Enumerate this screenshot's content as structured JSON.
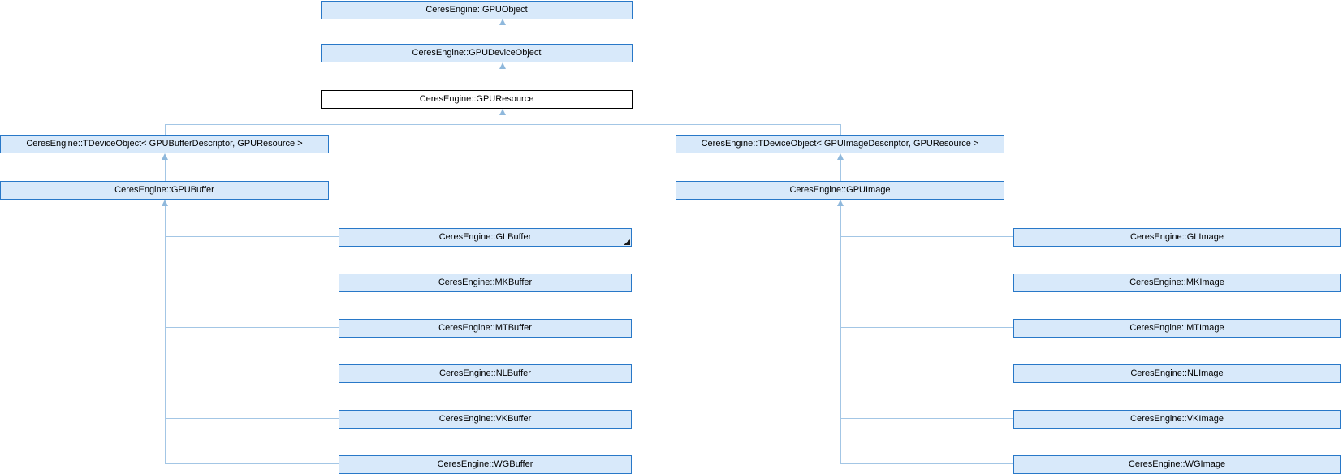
{
  "diagram": {
    "kind": "class-inheritance-graph",
    "current_class": "CeresEngine::GPUResource",
    "colors": {
      "node_fill": "#d8e9fa",
      "node_border": "#2878c8",
      "current_fill": "#ffffff",
      "current_border": "#000000",
      "edge_color": "#a3c6e5",
      "arrow_color": "#8fb8dc",
      "text_color": "#000000"
    },
    "nodes": {
      "gpuobject": {
        "label": "CeresEngine::GPUObject"
      },
      "gpudeviceobject": {
        "label": "CeresEngine::GPUDeviceObject"
      },
      "gpuresource": {
        "label": "CeresEngine::GPUResource"
      },
      "tdevice_buffer": {
        "label": "CeresEngine::TDeviceObject< GPUBufferDescriptor, GPUResource >"
      },
      "gpubuffer": {
        "label": "CeresEngine::GPUBuffer"
      },
      "tdevice_image": {
        "label": "CeresEngine::TDeviceObject< GPUImageDescriptor, GPUResource >"
      },
      "gpuimage": {
        "label": "CeresEngine::GPUImage"
      },
      "glbuffer": {
        "label": "CeresEngine::GLBuffer"
      },
      "mkbuffer": {
        "label": "CeresEngine::MKBuffer"
      },
      "mtbuffer": {
        "label": "CeresEngine::MTBuffer"
      },
      "nlbuffer": {
        "label": "CeresEngine::NLBuffer"
      },
      "vkbuffer": {
        "label": "CeresEngine::VKBuffer"
      },
      "wgbuffer": {
        "label": "CeresEngine::WGBuffer"
      },
      "glimage": {
        "label": "CeresEngine::GLImage"
      },
      "mkimage": {
        "label": "CeresEngine::MKImage"
      },
      "mtimage": {
        "label": "CeresEngine::MTImage"
      },
      "nlimage": {
        "label": "CeresEngine::NLImage"
      },
      "vkimage": {
        "label": "CeresEngine::VKImage"
      },
      "wgimage": {
        "label": "CeresEngine::WGImage"
      }
    }
  }
}
